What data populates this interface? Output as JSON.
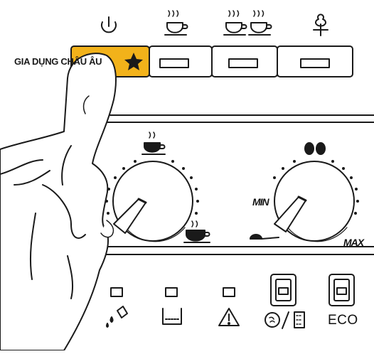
{
  "brand": {
    "watermark_text": "GIA DỤNG CHÂU ÂU",
    "accent_color": "#f2b21a"
  },
  "top_buttons": [
    {
      "name": "power",
      "icon": "power-icon",
      "state": "pressed"
    },
    {
      "name": "one-cup",
      "icon": "one-cup-icon"
    },
    {
      "name": "two-cups",
      "icon": "two-cups-icon"
    },
    {
      "name": "steam",
      "icon": "steam-icon"
    }
  ],
  "dials": {
    "volume_dial": {
      "top_icon": "small-cup-icon",
      "bottom_icon": "large-cup-icon"
    },
    "strength_dial": {
      "top_icon": "coffee-beans-icon",
      "min_label": "MIN",
      "max_label": "MAX",
      "bottom_icon": "measuring-spoon-icon"
    }
  },
  "indicators": [
    {
      "name": "descale-light",
      "icon": "descale-icon"
    },
    {
      "name": "water-tank-light",
      "icon": "water-tank-icon"
    },
    {
      "name": "alarm-light",
      "icon": "warning-triangle-icon"
    },
    {
      "name": "ground-coffee-button",
      "icon": "ground-coffee-icon"
    },
    {
      "name": "eco-button",
      "label": "ECO"
    }
  ]
}
